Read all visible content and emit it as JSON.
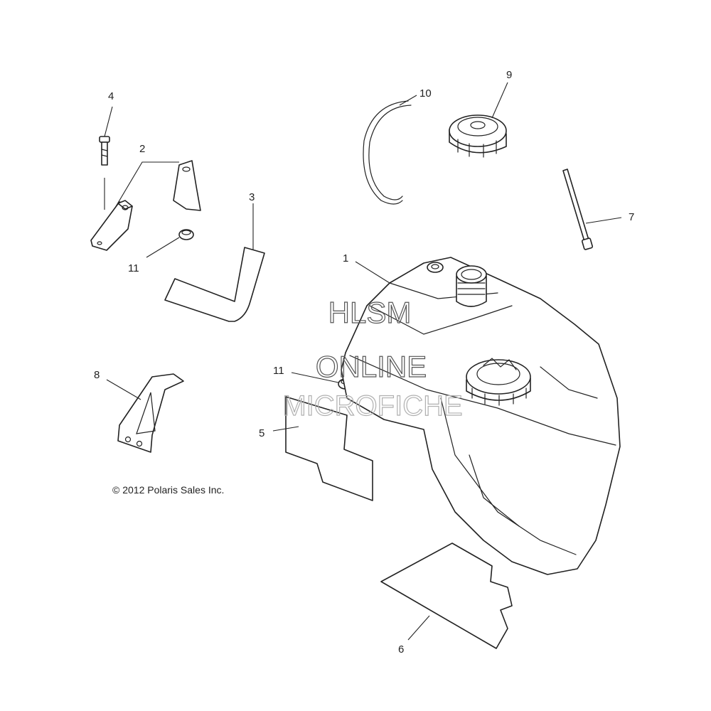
{
  "callouts": {
    "c1": "1",
    "c2": "2",
    "c3": "3",
    "c4": "4",
    "c5": "5",
    "c6": "6",
    "c7": "7",
    "c8": "8",
    "c9": "9",
    "c10": "10",
    "c11a": "11",
    "c11b": "11"
  },
  "copyright": "© 2012 Polaris Sales Inc.",
  "watermark": {
    "line1": "HLSM",
    "line2": "ONLINE",
    "line3": "MICROFICHE"
  },
  "colors": {
    "line": "#222222",
    "background": "#ffffff",
    "watermark": "#555555",
    "watermark_light": "#b0b0b0"
  }
}
